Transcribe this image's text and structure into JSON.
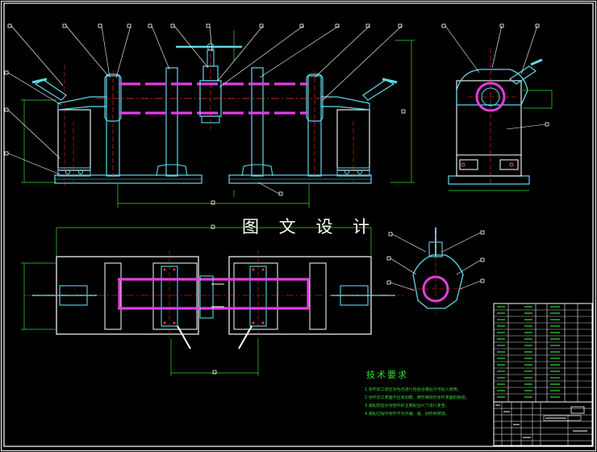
{
  "drawing": {
    "watermark": "图 文 设 计",
    "tech_requirements_title": "技术要求",
    "notes": [
      "1.零件加工前应对毛坯进行检验合格后方可投入使用。",
      "2.零件加工表面不应有划痕、擦伤等损伤零件表面的缺陷。",
      "3.装配前应对零部件的主要配合尺寸进行复查。",
      "4.装配过程中零件不允许磕、碰、划伤和锈蚀。"
    ],
    "colors": {
      "background": "#000000",
      "frame": "#ffffff",
      "part_outline": "#5fd8e8",
      "workpiece": "#e040e0",
      "dimension": "#33dd33",
      "centerline": "#ff3333",
      "part_body": "#ffffff"
    }
  }
}
